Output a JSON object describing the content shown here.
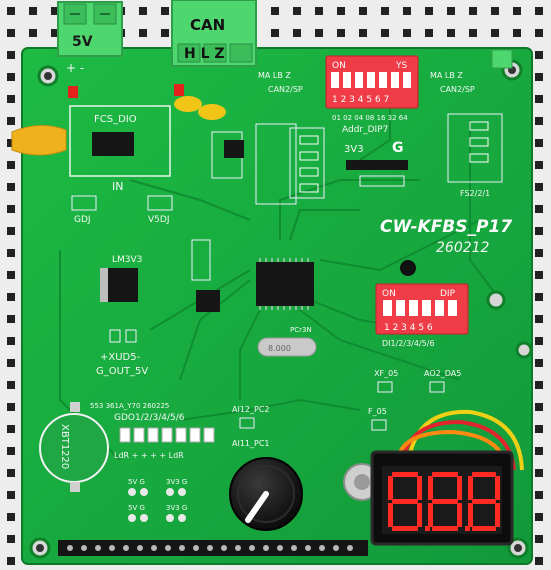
{
  "board": {
    "name": "CW-KFBS_P17",
    "revision": "260212",
    "connector_power": "5V",
    "connector_power_polarity": "+ -",
    "connector_can": "CAN",
    "connector_can_pins": "H L Z",
    "dip_top_on": "ON",
    "dip_top_brand": "YS",
    "dip_top_numbers": "1 2 3 4 5 6 7",
    "dip_top_caption": "Addr_DIP7",
    "dip_top_values": "01 02 04 08 16 32 64",
    "dip_mid_on": "ON",
    "dip_mid_brand": "DIP",
    "dip_mid_numbers": "1 2 3 4 5 6",
    "dip_mid_caption": "DI1/2/3/4/5/6",
    "label_can2sp_left": "CAN2/SP",
    "label_can2sp_right": "CAN2/SP",
    "label_ma_lb_left": "MA LB Z",
    "label_ma_lb_right": "MA LB Z",
    "label_fcs": "FCS_DIO",
    "label_in": "IN",
    "label_gdj": "GDJ",
    "label_v5dj": "V5DJ",
    "label_lm3v3": "LM3V3",
    "label_xud5": "+XUD5-",
    "label_gout": "G_OUT_5V",
    "label_3v3": "3V3",
    "label_g": "G",
    "label_xbt": "XBT1220",
    "label_gdo": "GDO1/2/3/4/5/6",
    "label_ldr": "LdR + + + + LdR",
    "label_ai12": "AI12_PC2",
    "label_ai11": "AI11_PC1",
    "label_xf05": "XF_05",
    "label_ao2": "AO2_DA5",
    "label_f05": "F_05",
    "label_fs2": "FS2/2/1",
    "label_pcr": "PCr3N",
    "label_xtal": "8.000",
    "label_stamp": "553 361A_Y70 260225",
    "label_5vg": "5V G",
    "label_3v3g": "3V3 G",
    "display_value": "8.8.8.",
    "icon_names": [
      "screw-terminal-icon",
      "dip-switch-icon",
      "potentiometer-icon",
      "seven-segment-icon",
      "coin-battery-icon",
      "mcu-chip-icon"
    ],
    "colors": {
      "pcb": "#17a83a",
      "pcb_dark": "#0f7f2a",
      "terminal": "#4ed66f",
      "dip": "#ef3c47",
      "segment": "#ff2a22"
    }
  }
}
